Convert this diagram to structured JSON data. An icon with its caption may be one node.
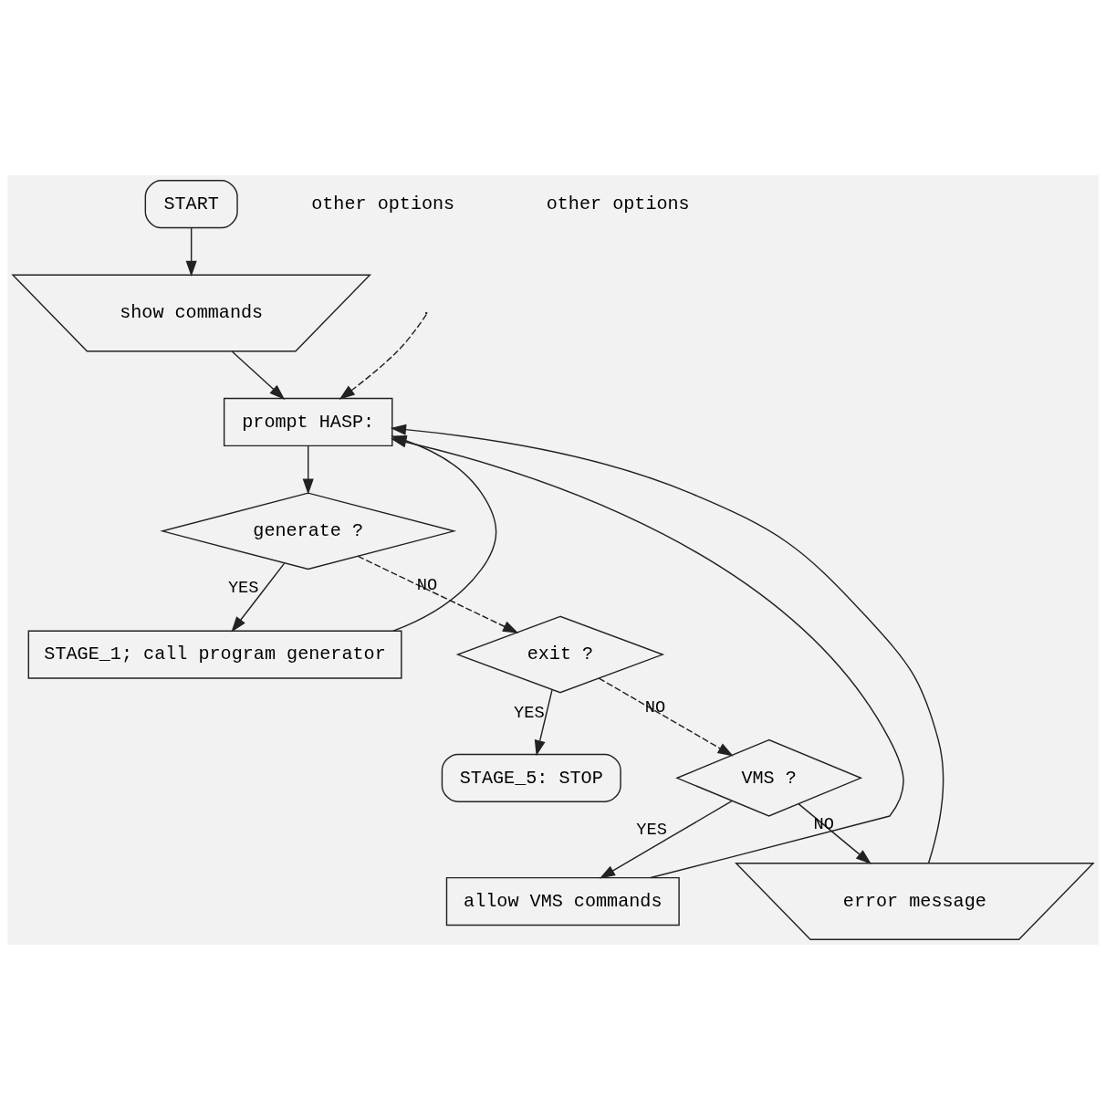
{
  "diagram": {
    "nodes": [
      {
        "text": [
          "START"
        ]
      },
      {
        "text": [
          "show commands"
        ]
      },
      {
        "text": [
          "prompt HASP:"
        ]
      },
      {
        "text": [
          "generate ?"
        ]
      },
      {
        "text": [
          "STAGE_1; call program generator"
        ]
      },
      {
        "text": [
          "exit ?"
        ]
      },
      {
        "text": [
          "STAGE_5: STOP"
        ]
      },
      {
        "text": [
          "VMS ?"
        ]
      },
      {
        "text": [
          "allow VMS commands"
        ]
      },
      {
        "text": [
          "error message"
        ]
      }
    ],
    "edges": [
      {
        "from": 0,
        "to": 1,
        "arrow": "to"
      },
      {
        "from": 1,
        "to": 2,
        "arrow": "to"
      },
      {
        "from": 2,
        "to": 3,
        "arrow": "to"
      },
      {
        "from": 3,
        "to": 4,
        "arrow": "to",
        "label": "YES"
      },
      {
        "from": 3,
        "to": 5,
        "arrow": "to",
        "label": "NO",
        "style": "dashed"
      },
      {
        "from": 5,
        "to": 6,
        "arrow": "to",
        "label": "YES"
      },
      {
        "from": 5,
        "to": 7,
        "arrow": "to",
        "label": "NO",
        "style": "dashed"
      },
      {
        "from": 7,
        "to": 8,
        "arrow": "to",
        "label": "YES"
      },
      {
        "from": 7,
        "to": 9,
        "arrow": "to",
        "label": "NO"
      },
      {
        "from": 4,
        "to": 2,
        "arrow": "to"
      },
      {
        "from": null,
        "to": 2,
        "arrow": "to",
        "style": "dashed"
      },
      {
        "from": 8,
        "to": 2,
        "arrow": "to"
      },
      {
        "from": 9,
        "to": 2,
        "arrow": "to"
      }
    ],
    "labels": [
      "other options",
      "other options"
    ]
  }
}
